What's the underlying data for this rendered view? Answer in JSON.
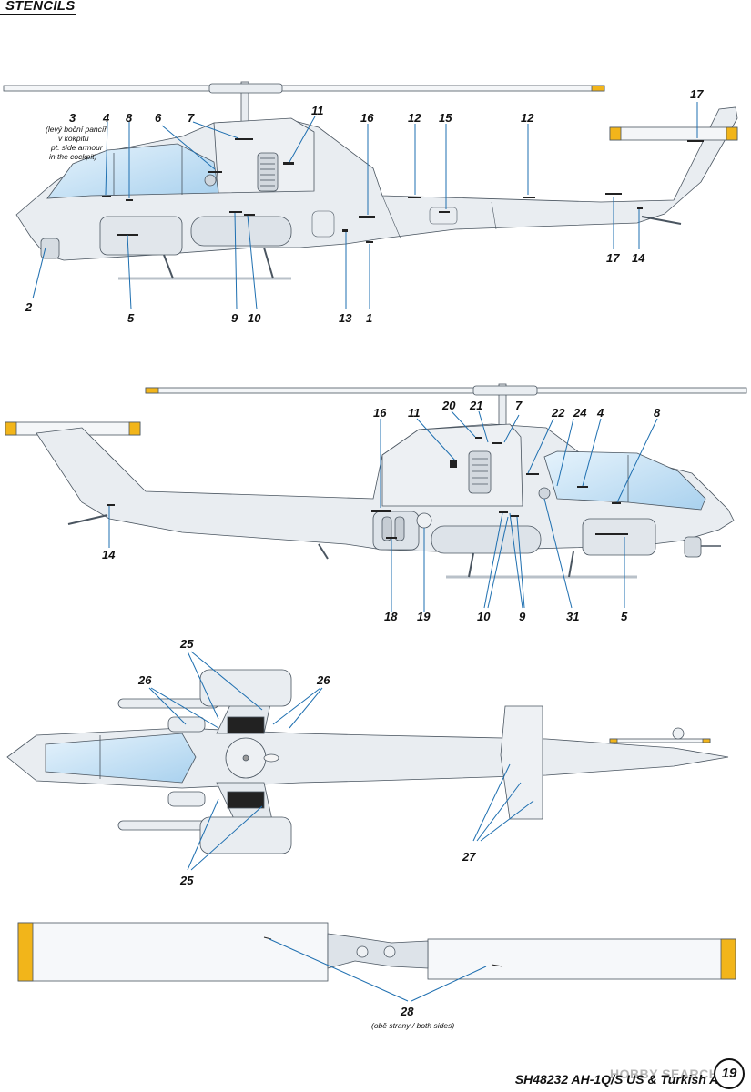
{
  "header": {
    "title": "STENCILS"
  },
  "views": {
    "side_right": {
      "callouts": {
        "c3": "3",
        "c4": "4",
        "c8": "8",
        "c6": "6",
        "c7": "7",
        "c11": "11",
        "c16": "16",
        "c12a": "12",
        "c15": "15",
        "c12b": "12",
        "c17a": "17",
        "c17b": "17",
        "c14": "14",
        "c2": "2",
        "c5": "5",
        "c9": "9",
        "c10": "10",
        "c13": "13",
        "c1": "1"
      },
      "note_lines": [
        "(levý boční pancíř",
        "v kokpitu",
        "pt. side armour",
        "in the cockpit)"
      ]
    },
    "side_left": {
      "callouts": {
        "c16": "16",
        "c11": "11",
        "c20": "20",
        "c21": "21",
        "c7": "7",
        "c22": "22",
        "c24": "24",
        "c4": "4",
        "c8": "8",
        "c14": "14",
        "c18": "18",
        "c19": "19",
        "c10": "10",
        "c9": "9",
        "c31": "31",
        "c5": "5"
      }
    },
    "top": {
      "callouts": {
        "c25a": "25",
        "c26a": "26",
        "c26b": "26",
        "c25b": "25",
        "c27": "27"
      }
    },
    "rotor": {
      "callouts": {
        "c28": "28"
      },
      "note": "(obě strany / both sides)"
    }
  },
  "footer": {
    "text": "SH48232 AH-1Q/S US & Turkish Army"
  },
  "watermark": "HOBBY SEARCH",
  "page_number": "19",
  "colors": {
    "fuselage": "#e9edf1",
    "outline": "#4a5560",
    "canopy": "#cfe6f7",
    "leader": "#1e6fb0",
    "rotor_tip": "#f2b51a",
    "stencil": "#222222"
  }
}
